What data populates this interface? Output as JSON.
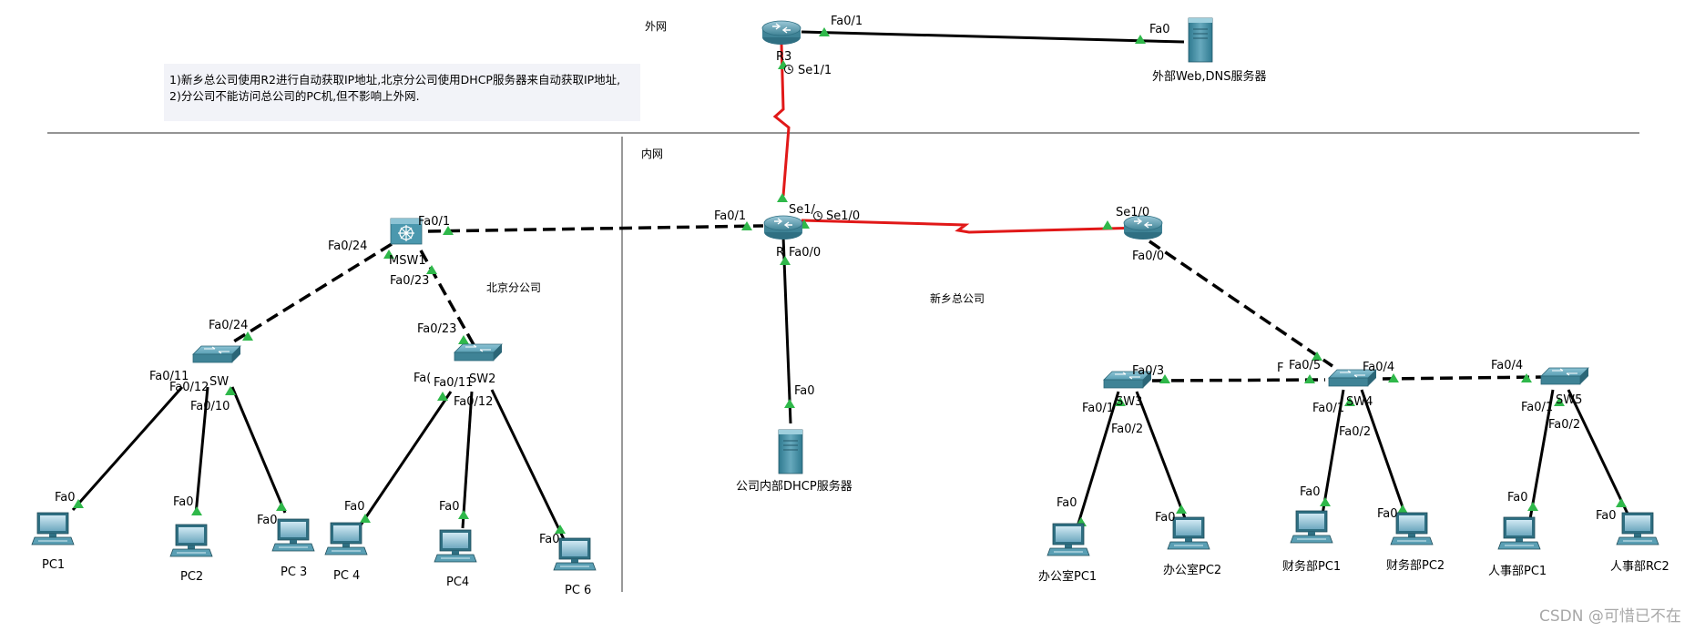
{
  "zones": {
    "external": "外网",
    "internal": "内网",
    "beijing_branch": "北京分公司",
    "xinxiang_hq": "新乡总公司"
  },
  "notes": [
    "1)新乡总公司使用R2进行自动获取IP地址,北京分公司使用DHCP服务器来自动获取IP地址,",
    "2)分公司不能访问总公司的PC机,但不影响上外网."
  ],
  "devices": {
    "r3": "R3",
    "r1": "R",
    "r2": "",
    "web_dns_server": "外部Web,DNS服务器",
    "msw1": "MSW1",
    "sw_bj1": "SW",
    "sw_bj2": "SW2",
    "dhcp_server": "公司内部DHCP服务器",
    "sw3": "SW3",
    "sw4": "SW4",
    "sw5": "SW5",
    "pc1": "PC1",
    "pc2": "PC2",
    "pc3": "PC 3",
    "pc4a": "PC 4",
    "pc4b": "PC4",
    "pc6": "PC 6",
    "office_pc1": "办公室PC1",
    "office_pc2": "办公室PC2",
    "finance_pc1": "财务部PC1",
    "finance_pc2": "财务部PC2",
    "hr_pc1": "人事部PC1",
    "hr_pc2": "人事部RC2"
  },
  "ports": {
    "r3_fa01": "Fa0/1",
    "server_fa0": "Fa0",
    "r3_se11": "Se1/1",
    "r1_se1": "Se1/",
    "r1_se10": "Se1/0",
    "r1_fa01": "Fa0/1",
    "r1_fa00": "Fa0/0",
    "msw1_fa01": "Fa0/1",
    "msw1_fa024": "Fa0/24",
    "msw1_fa023": "Fa0/23",
    "swbj1_fa024": "Fa0/24",
    "swbj1_fa011": "Fa0/11",
    "swbj1_fa012": "Fa0/12",
    "swbj1_fa010": "Fa0/10",
    "swbj2_fa023": "Fa0/23",
    "swbj2_fa0": "Fa(",
    "swbj2_fa011": "Fa0/11",
    "swbj2_fa012": "Fa0/12",
    "dhcp_fa0": "Fa0",
    "r2_se10": "Se1/0",
    "r2_fa00": "Fa0/0",
    "sw3_fa03": "Fa0/3",
    "sw3_fa01": "Fa0/1",
    "sw3_fa02": "Fa0/2",
    "sw4_f": "F",
    "sw4_fa05": "Fa0/5",
    "sw4_fa04": "Fa0/4",
    "sw4_fa01": "Fa0/1",
    "sw4_fa02": "Fa0/2",
    "sw5_fa04": "Fa0/4",
    "sw5_fa01": "Fa0/1",
    "sw5_fa02": "Fa0/2",
    "pc1_fa0": "Fa0",
    "pc2_fa0": "Fa0",
    "pc3_fa0": "Fa0",
    "pc4a_fa0": "Fa0",
    "pc4b_fa0": "Fa0",
    "pc6_fa0": "Fa0",
    "office_pc1_fa0": "Fa0",
    "office_pc2_fa0": "Fa0",
    "finance_pc1_fa0": "Fa0",
    "finance_pc2_fa0": "Fa0",
    "hr_pc1_fa0": "Fa0",
    "hr_pc2_fa0": "Fa0"
  },
  "watermark": "CSDN @可惜已不在",
  "colors": {
    "serial_link": "#e11818",
    "port_up": "#2fb84a",
    "device_blue": "#3f8fa6",
    "note_bg": "#f2f3f8"
  }
}
